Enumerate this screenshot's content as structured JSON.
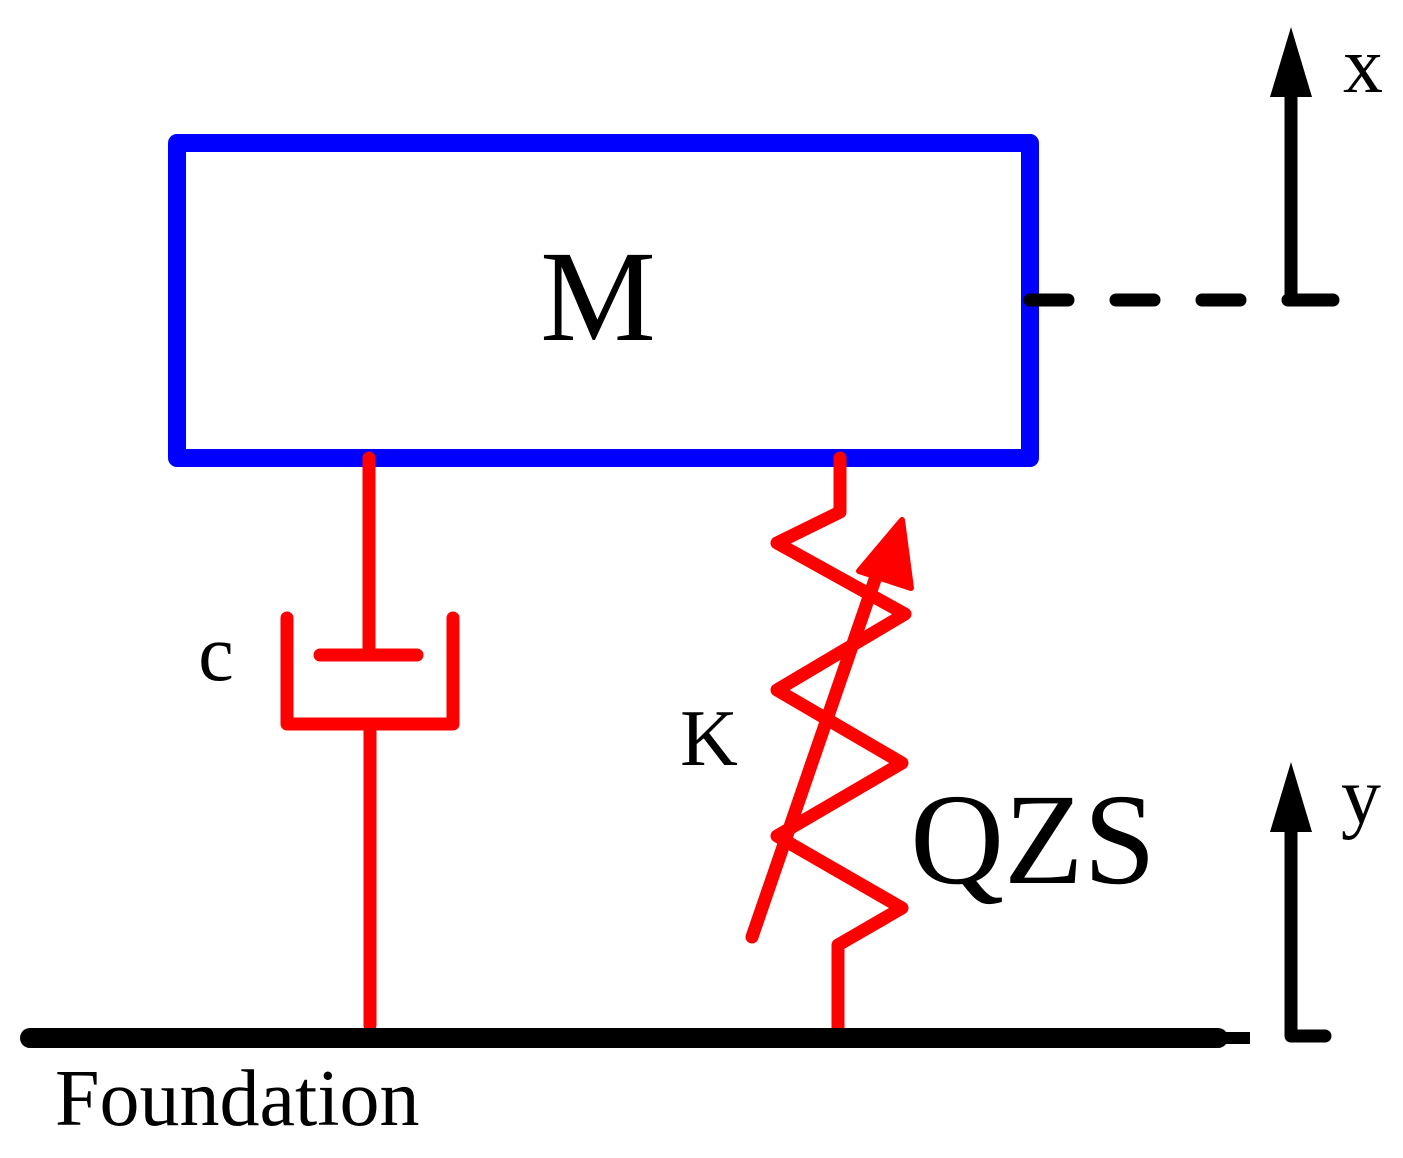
{
  "labels": {
    "mass": "M",
    "damper": "c",
    "spring": "K",
    "qzs": "QZS",
    "foundation": "Foundation",
    "mass_displacement": "x",
    "base_displacement": "y"
  },
  "colors": {
    "mass_outline": "#0000ff",
    "elements": "#ff0000",
    "ground_and_arrows": "#000000",
    "text": "#000000",
    "background": "#ffffff"
  }
}
